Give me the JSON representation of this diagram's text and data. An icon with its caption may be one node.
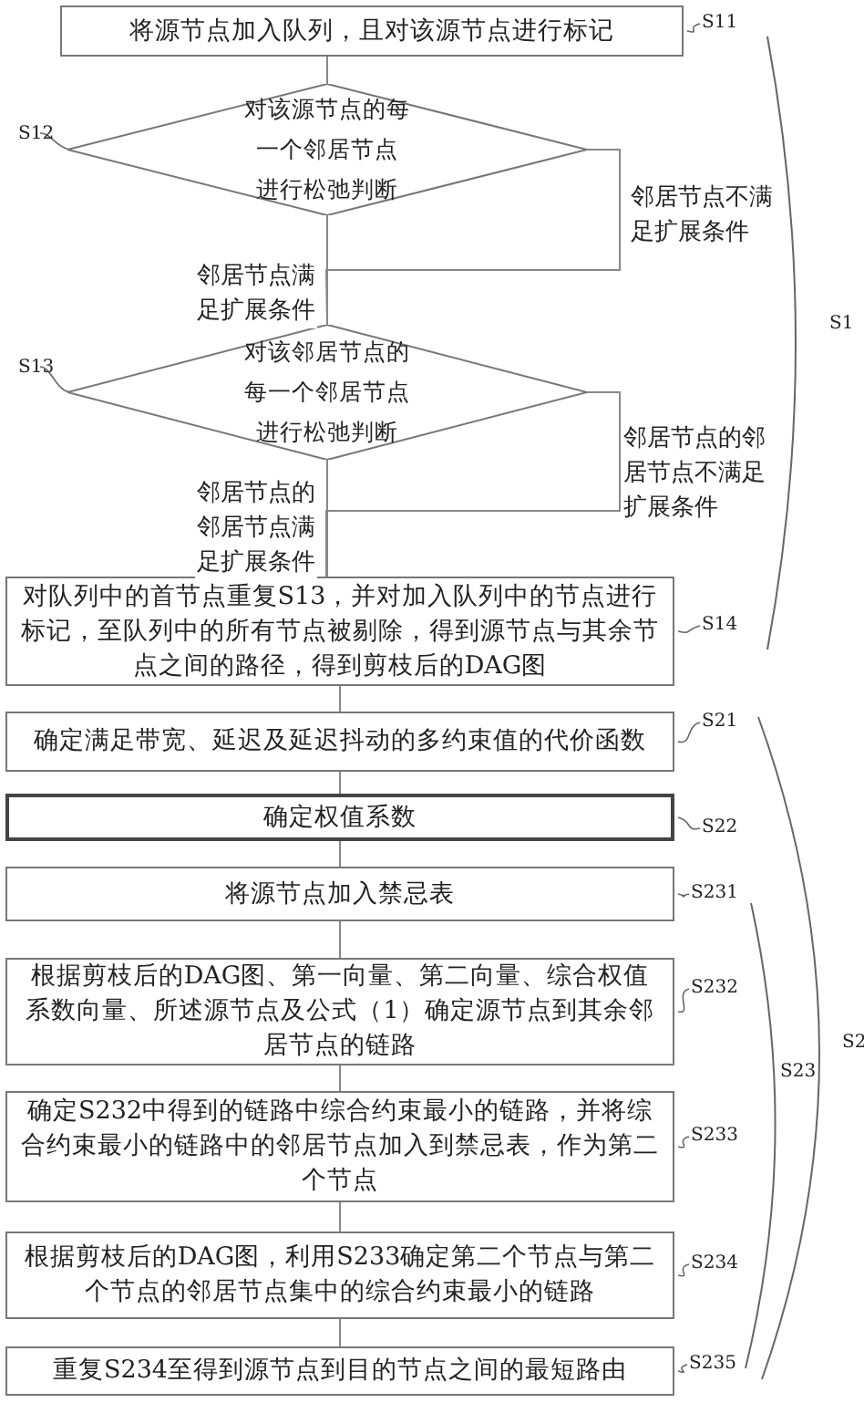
{
  "diagram": {
    "nodes": [
      {
        "text": [
          "将源节点加入队列，且对该源节点进行标记"
        ],
        "beside": [
          "S11"
        ]
      },
      {
        "text": [
          "对该源节点的每一个邻居节点进行松弛判断"
        ],
        "beside": [
          "S12"
        ]
      },
      {
        "text": [
          "对该邻居节点的每一个邻居节点进行松弛判断"
        ],
        "beside": [
          "S13"
        ]
      },
      {
        "text": [
          "对队列中的首节点重复S13，并对加入队列中的节点进行标记，至队列中的所有节点被剔除，得到源节点与其余节点之间的路径，得到剪枝后的DAG图"
        ],
        "beside": [
          "S14"
        ]
      },
      {
        "text": [
          "确定满足带宽、延迟及延迟抖动的多约束值的代价函数"
        ],
        "beside": [
          "S21"
        ]
      },
      {
        "text": [
          "确定权值系数"
        ],
        "beside": [
          "S22"
        ]
      },
      {
        "text": [
          "将源节点加入禁忌表"
        ],
        "beside": [
          "S231"
        ]
      },
      {
        "text": [
          "根据剪枝后的DAG图、第一向量、第二向量、综合权值系数向量、所述源节点及公式（1）确定源节点到其余邻居节点的链路"
        ],
        "beside": [
          "S232"
        ]
      },
      {
        "text": [
          "确定S232中得到的链路中综合约束最小的链路，并将综合约束最小的链路中的邻居节点加入到禁忌表，作为第二个节点"
        ],
        "beside": [
          "S233"
        ]
      },
      {
        "text": [
          "根据剪枝后的DAG图，利用S233确定第二个节点与第二个节点的邻居节点集中的综合约束最小的链路"
        ],
        "beside": [
          "S234"
        ]
      },
      {
        "text": [
          "重复S234至得到源节点到目的节点之间的最短路由"
        ],
        "beside": [
          "S235"
        ]
      }
    ],
    "edges": [
      {
        "from": 0,
        "to": 1,
        "arrow": "none"
      },
      {
        "from": 1,
        "to": 2,
        "arrow": "none",
        "label": "邻居节点满足扩展条件"
      },
      {
        "from": 1,
        "to": 2,
        "arrow": "none",
        "label": "邻居节点不满足扩展条件"
      },
      {
        "from": 2,
        "to": 3,
        "arrow": "none",
        "label": "邻居节点的邻居节点满足扩展条件"
      },
      {
        "from": 2,
        "to": 3,
        "arrow": "none",
        "label": "邻居节点的邻居节点不满足扩展条件"
      },
      {
        "from": 3,
        "to": 4,
        "arrow": "none"
      },
      {
        "from": 4,
        "to": 5,
        "arrow": "none"
      },
      {
        "from": 5,
        "to": 6,
        "arrow": "none"
      },
      {
        "from": 6,
        "to": 7,
        "arrow": "none"
      },
      {
        "from": 7,
        "to": 8,
        "arrow": "none"
      },
      {
        "from": 8,
        "to": 9,
        "arrow": "none"
      },
      {
        "from": 9,
        "to": 10,
        "arrow": "none"
      }
    ],
    "labels": [
      "S1",
      "S2",
      "S23"
    ]
  }
}
